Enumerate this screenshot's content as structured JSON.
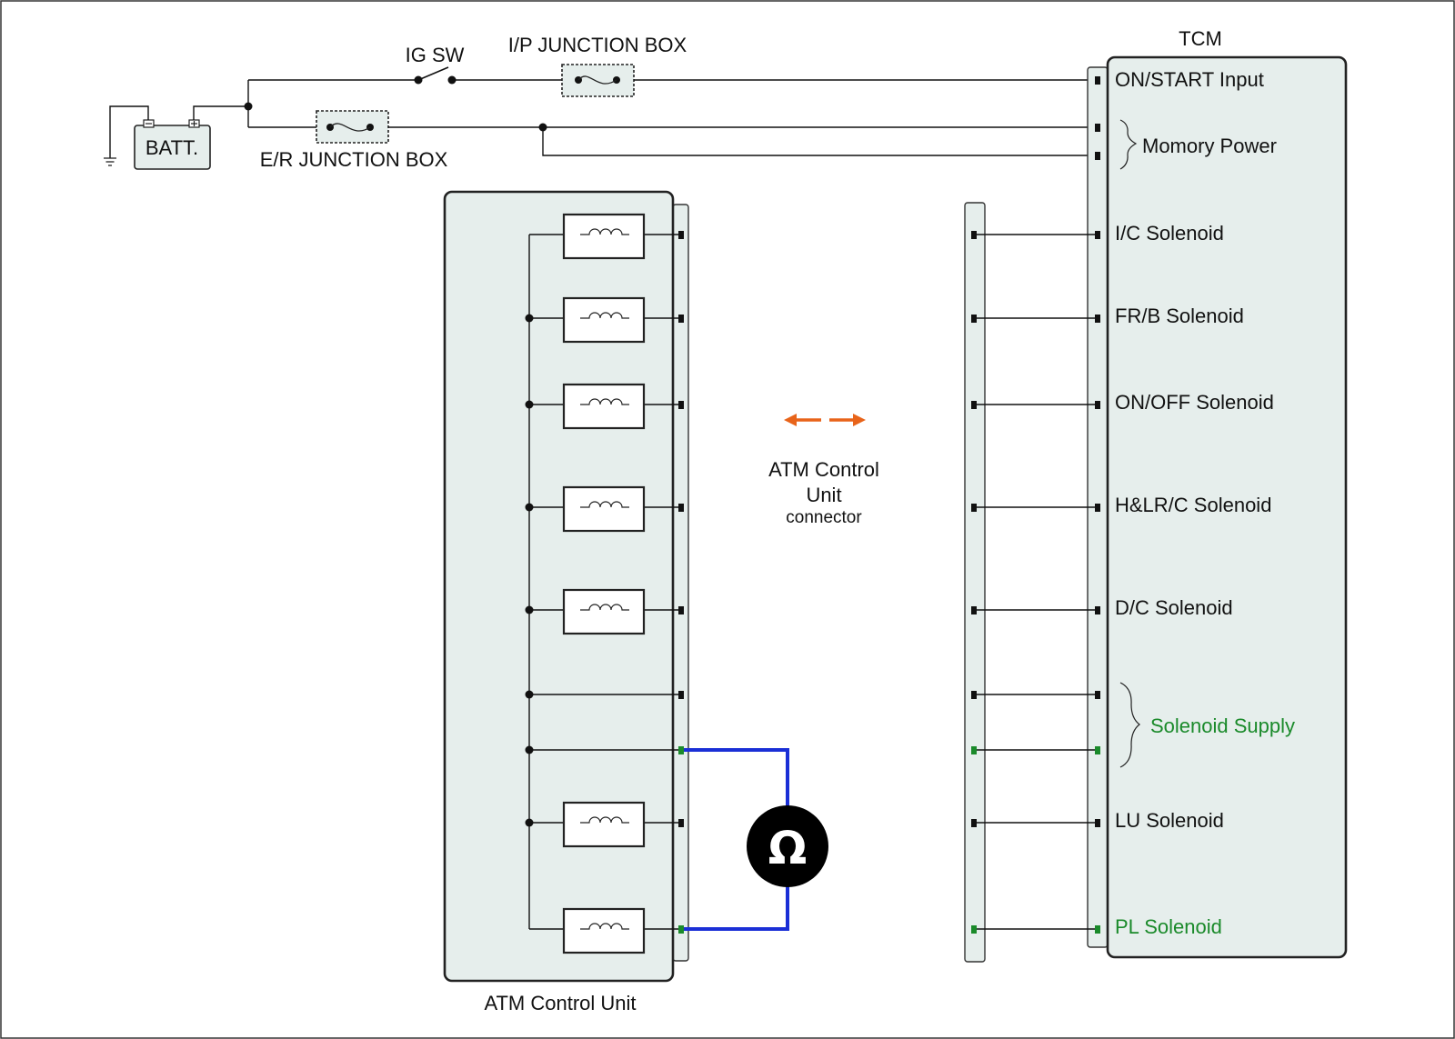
{
  "battery": {
    "label": "BATT."
  },
  "switch": {
    "label": "IG SW"
  },
  "ip_junction": {
    "label": "I/P JUNCTION BOX"
  },
  "er_junction": {
    "label": "E/R JUNCTION BOX"
  },
  "tcm": {
    "title": "TCM",
    "pins": {
      "on_start": "ON/START Input",
      "memory_power": "Momory Power",
      "ic": "I/C Solenoid",
      "frb": "FR/B Solenoid",
      "onoff": "ON/OFF Solenoid",
      "hlrc": "H&LR/C Solenoid",
      "dc": "D/C Solenoid",
      "supply": "Solenoid Supply",
      "lu": "LU Solenoid",
      "pl": "PL Solenoid"
    }
  },
  "connector": {
    "line1": "ATM Control",
    "line2": "Unit",
    "line3": "connector"
  },
  "atm": {
    "label": "ATM Control Unit"
  },
  "meter": {
    "symbol": "Ω"
  },
  "colors": {
    "probe": "#1a2fd6",
    "highlight": "#1a8a2a",
    "arrow": "#e8641a"
  }
}
